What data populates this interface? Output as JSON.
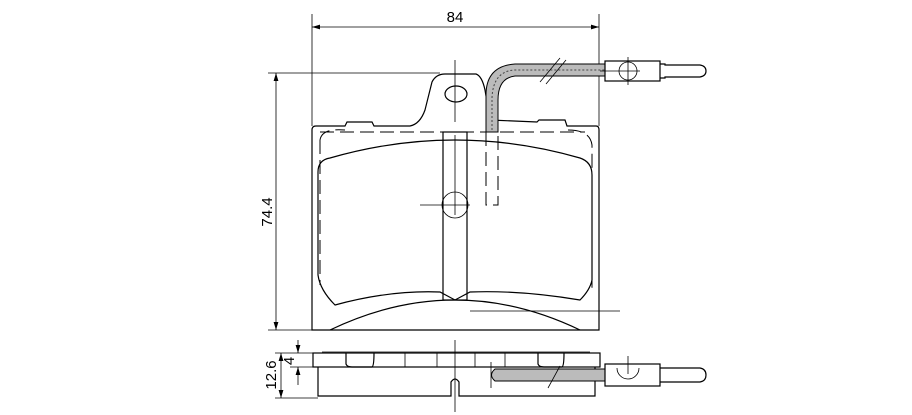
{
  "dimensions": {
    "width": "84",
    "height": "74.4",
    "total_thickness": "12.6",
    "plate_thickness": "4"
  }
}
